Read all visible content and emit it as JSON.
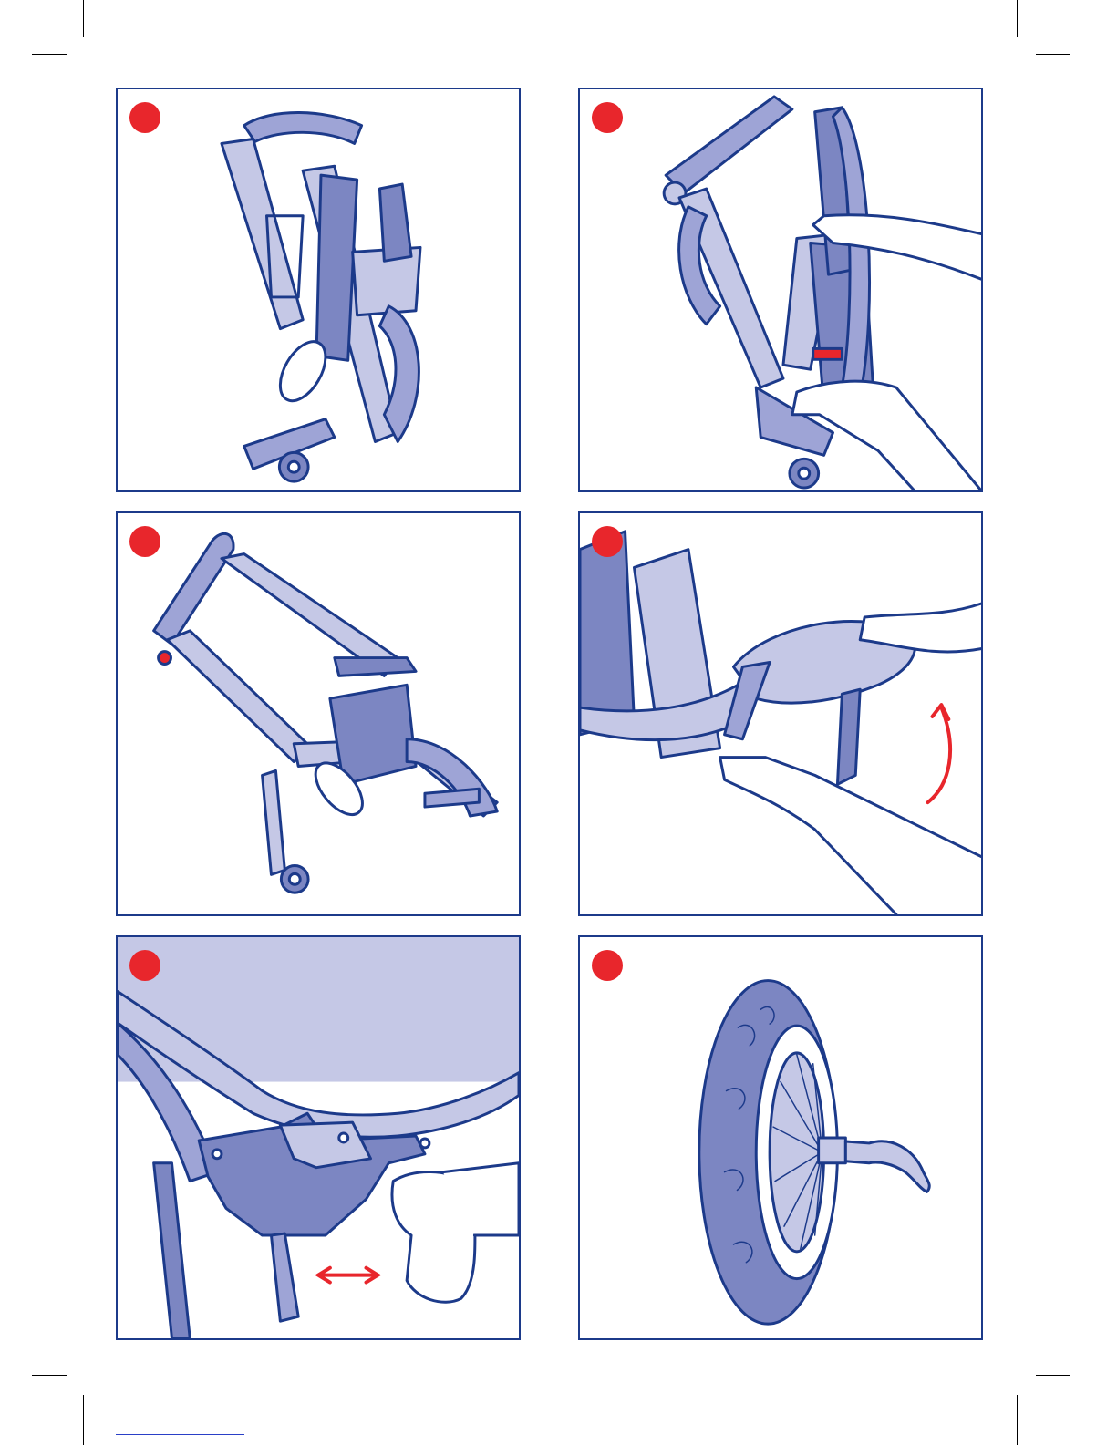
{
  "colors": {
    "outline": "#1c3a8a",
    "frame_light": "#c5c8e6",
    "frame_mid": "#9ea4d6",
    "fabric": "#7c86c2",
    "step_marker": "#e8262c",
    "arrow": "#e8262c",
    "skin": "#ffffff"
  },
  "panels": [
    {
      "id": "panel-1",
      "icon": "folded-stroller-side-view",
      "marker": "step-marker"
    },
    {
      "id": "panel-2",
      "icon": "hands-unfolding-stroller",
      "marker": "step-marker"
    },
    {
      "id": "panel-3",
      "icon": "unfolded-stroller-frame",
      "marker": "step-marker"
    },
    {
      "id": "panel-4",
      "icon": "lift-footrest-up-arrow",
      "marker": "step-marker"
    },
    {
      "id": "panel-5",
      "icon": "adjust-seat-lever-left-right-arrow",
      "marker": "step-marker"
    },
    {
      "id": "panel-6",
      "icon": "wheel-quick-release-axle",
      "marker": "step-marker"
    }
  ]
}
